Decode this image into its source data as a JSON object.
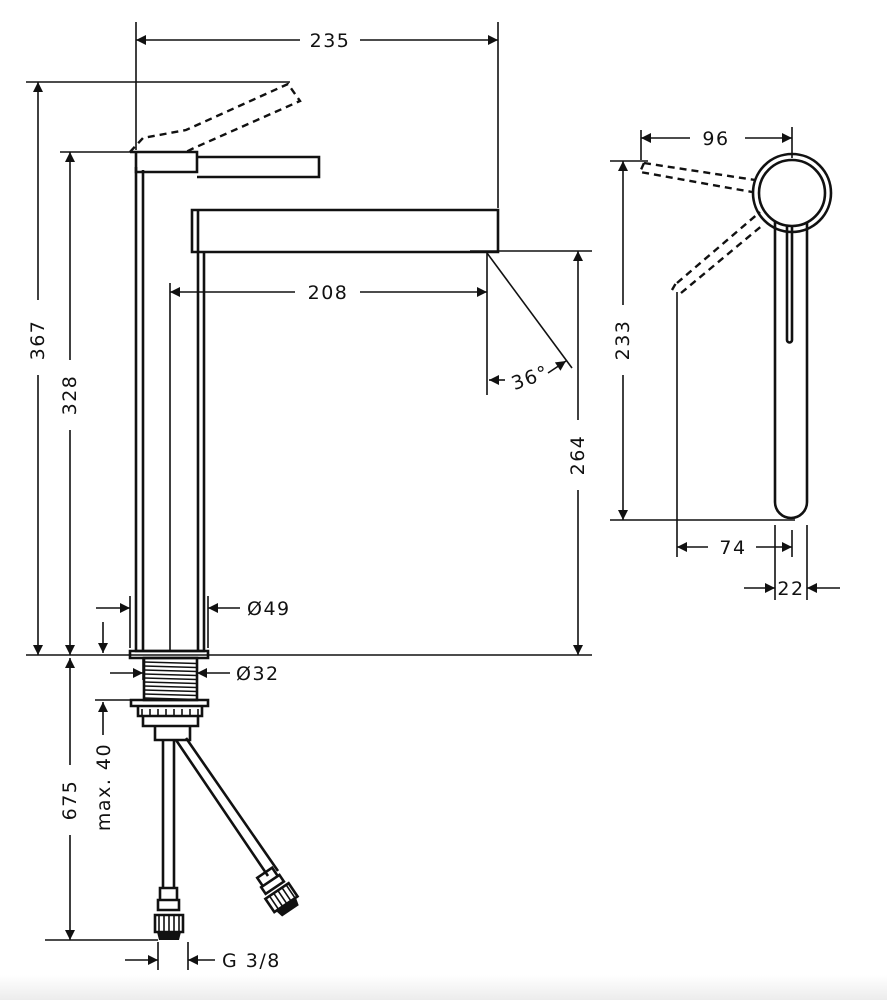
{
  "dimensions": {
    "d235": "235",
    "d208": "208",
    "d367": "367",
    "d328": "328",
    "d264": "264",
    "angle": "36°",
    "dia49": "Ø49",
    "dia32": "Ø32",
    "d675": "675",
    "max40": "max. 40",
    "thread": "G 3/8",
    "d96": "96",
    "d233": "233",
    "d74": "74",
    "d22": "22"
  },
  "colors": {
    "line": "#111111",
    "background": "#ffffff"
  }
}
